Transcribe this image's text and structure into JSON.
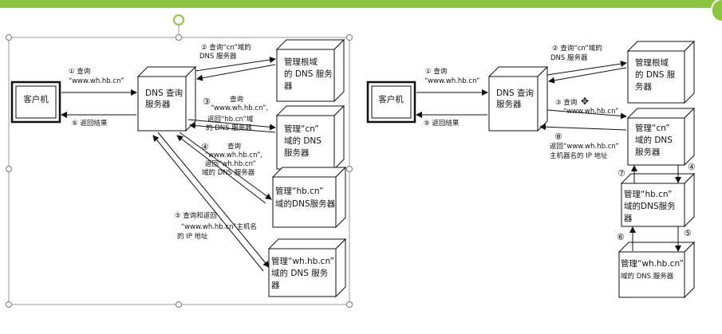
{
  "left": {
    "client": "客户机",
    "dns_server": [
      "DNS 查询",
      "服务器"
    ],
    "root": [
      "管理根域",
      "的 DNS 服务",
      "器"
    ],
    "cn": [
      "管理“cn”",
      "域的 DNS",
      "服务器"
    ],
    "hb": [
      "管理“hb.cn”",
      "域的DNS服务器"
    ],
    "wh": [
      "管理“wh.hb.cn”",
      "域的 DNS 服务",
      "器"
    ],
    "step1": [
      "①  查询",
      "“www.wh.hb.cn”"
    ],
    "step6": "⑥  返回结果",
    "step2": [
      "②  查询“cn”域的",
      "DNS 服务器"
    ],
    "step3": [
      "③",
      "查询",
      "“www.wh.hb.cn”,",
      "返回“hb.cn”域",
      "的 DNS 服务器"
    ],
    "step4": [
      "④",
      "查询",
      "“www.wh.hb.cn”,",
      "返回“wh.hb.cn”",
      "域的 DNS 服务器"
    ],
    "step5": [
      "⑤  查询和返回",
      "“www.wh.hb.cn”主机名",
      "的 IP 地址"
    ]
  },
  "right": {
    "client": "客户机",
    "dns_server": [
      "DNS 查询",
      "服务器"
    ],
    "root": [
      "管理根域",
      "的 DNS 服",
      "务器"
    ],
    "cn": [
      "管理“cn”",
      "域的 DNS",
      "服务器"
    ],
    "hb": [
      "管理“hb.cn”",
      "域的DNS服务",
      "器"
    ],
    "wh": [
      "管理“wh.hb.cn”",
      "域的 DNS 服务器"
    ],
    "step1": [
      "①  查询",
      "“www.wh.hb.cn”"
    ],
    "step9": "⑨  返回结果",
    "step2": [
      "②  查询“cn”域的",
      "DNS 服务器"
    ],
    "step3": [
      "③  查询",
      "“www.wh.hb.cn”"
    ],
    "step8": [
      "⑧",
      "返回“www.wh.hb.cn”",
      "主机器名的 IP 地址"
    ],
    "n4": "④",
    "n5": "⑤",
    "n6": "⑥",
    "n7": "⑦"
  }
}
